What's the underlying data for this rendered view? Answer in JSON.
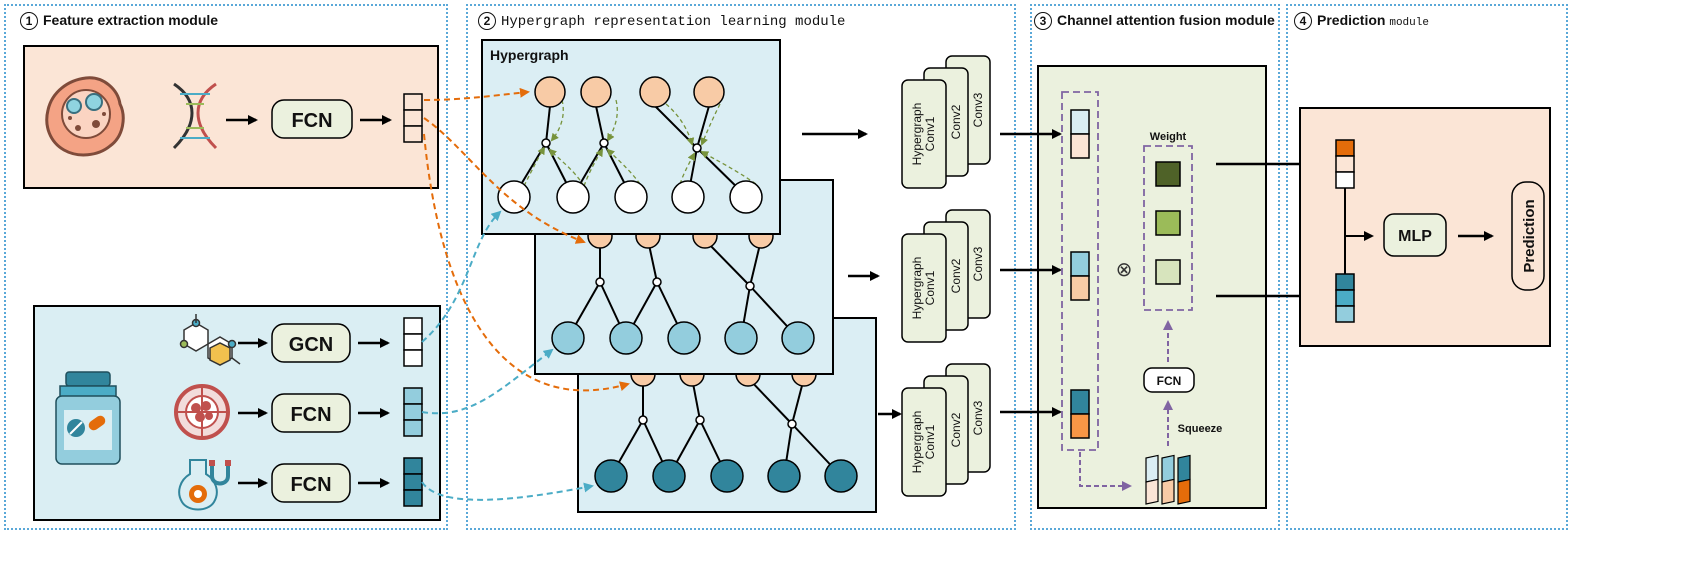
{
  "modules": [
    {
      "num": "1",
      "title": "Feature extraction module"
    },
    {
      "num": "2",
      "title": "Hypergraph representation learning module"
    },
    {
      "num": "3",
      "title": "Channel attention fusion module"
    },
    {
      "num": "4",
      "title_main": "Prediction ",
      "title_suffix": "module"
    }
  ],
  "feature_extraction": {
    "cell_encoder": "FCN",
    "drug_encoders": [
      "GCN",
      "FCN",
      "FCN"
    ]
  },
  "hypergraph": {
    "label": "Hypergraph",
    "conv_labels": [
      "Hypergraph\nConv1",
      "Conv2",
      "Conv3"
    ]
  },
  "fusion": {
    "weight_label": "Weight",
    "fcn_label": "FCN",
    "squeeze_label": "Squeeze",
    "multiply_symbol": "⊗"
  },
  "prediction": {
    "mlp_label": "MLP",
    "output_label": "Prediction"
  },
  "colors": {
    "module_border": "#5aa8d8",
    "cell_panel": "#fbe5d6",
    "drug_panel": "#daeef3",
    "hypergraph_panel": "#dbeef4",
    "fusion_panel": "#ebf1de",
    "prediction_panel": "#fbe5d6",
    "box_fill": "#ebf1de",
    "orange_node": "#f8cba6",
    "light_blue_node": "#93cddd",
    "teal_node": "#31859c",
    "orange_arrow": "#e46c0a",
    "blue_arrow": "#4bacc6",
    "green_arrow": "#77933c",
    "purple_dash": "#8064a2",
    "weight_dark": "#4f6228",
    "weight_mid": "#9bbb59",
    "weight_light": "#d7e4bd"
  }
}
